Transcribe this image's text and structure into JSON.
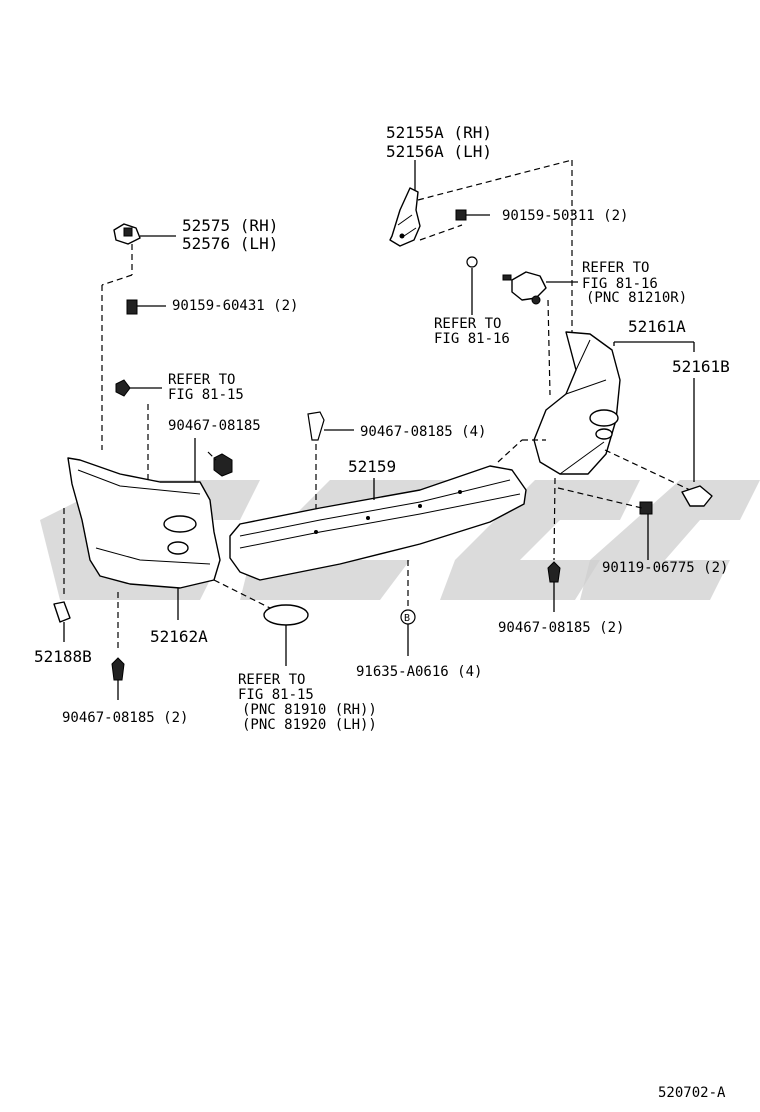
{
  "diagram_code": "520702-A",
  "parts": {
    "bracket_upper_rh": "52155A (RH)",
    "bracket_upper_lh": "52156A (LH)",
    "bolt_upper": "90159-50311 (2)",
    "retainer_rh": "52575 (RH)",
    "retainer_lh": "52576 (LH)",
    "bolt_retainer": "90159-60431 (2)",
    "refer_81_16_a_line1": "REFER TO",
    "refer_81_16_a_line2": "FIG 81-16",
    "refer_81_16_a_line3": "(PNC 81210R)",
    "refer_81_16_b_line1": "REFER TO",
    "refer_81_16_b_line2": "FIG 81-16",
    "extension_a": "52161A",
    "extension_b": "52161B",
    "refer_81_15_a_line1": "REFER TO",
    "refer_81_15_a_line2": "FIG 81-15",
    "clip_left_top": "90467-08185",
    "clip_center_top": "90467-08185 (4)",
    "bumper_cover": "52159",
    "screw_right": "90119-06775 (2)",
    "clip_right_bottom": "90467-08185 (2)",
    "pad_left": "52188B",
    "extension_left": "52162A",
    "clip_left_bottom": "90467-08185 (2)",
    "refer_81_15_b_line1": "REFER TO",
    "refer_81_15_b_line2": "FIG 81-15",
    "refer_81_15_b_line3": "(PNC 81910 (RH))",
    "refer_81_15_b_line4": "(PNC 81920 (LH))",
    "nut_b": "91635-A0616 (4)",
    "callout_b": "B"
  }
}
